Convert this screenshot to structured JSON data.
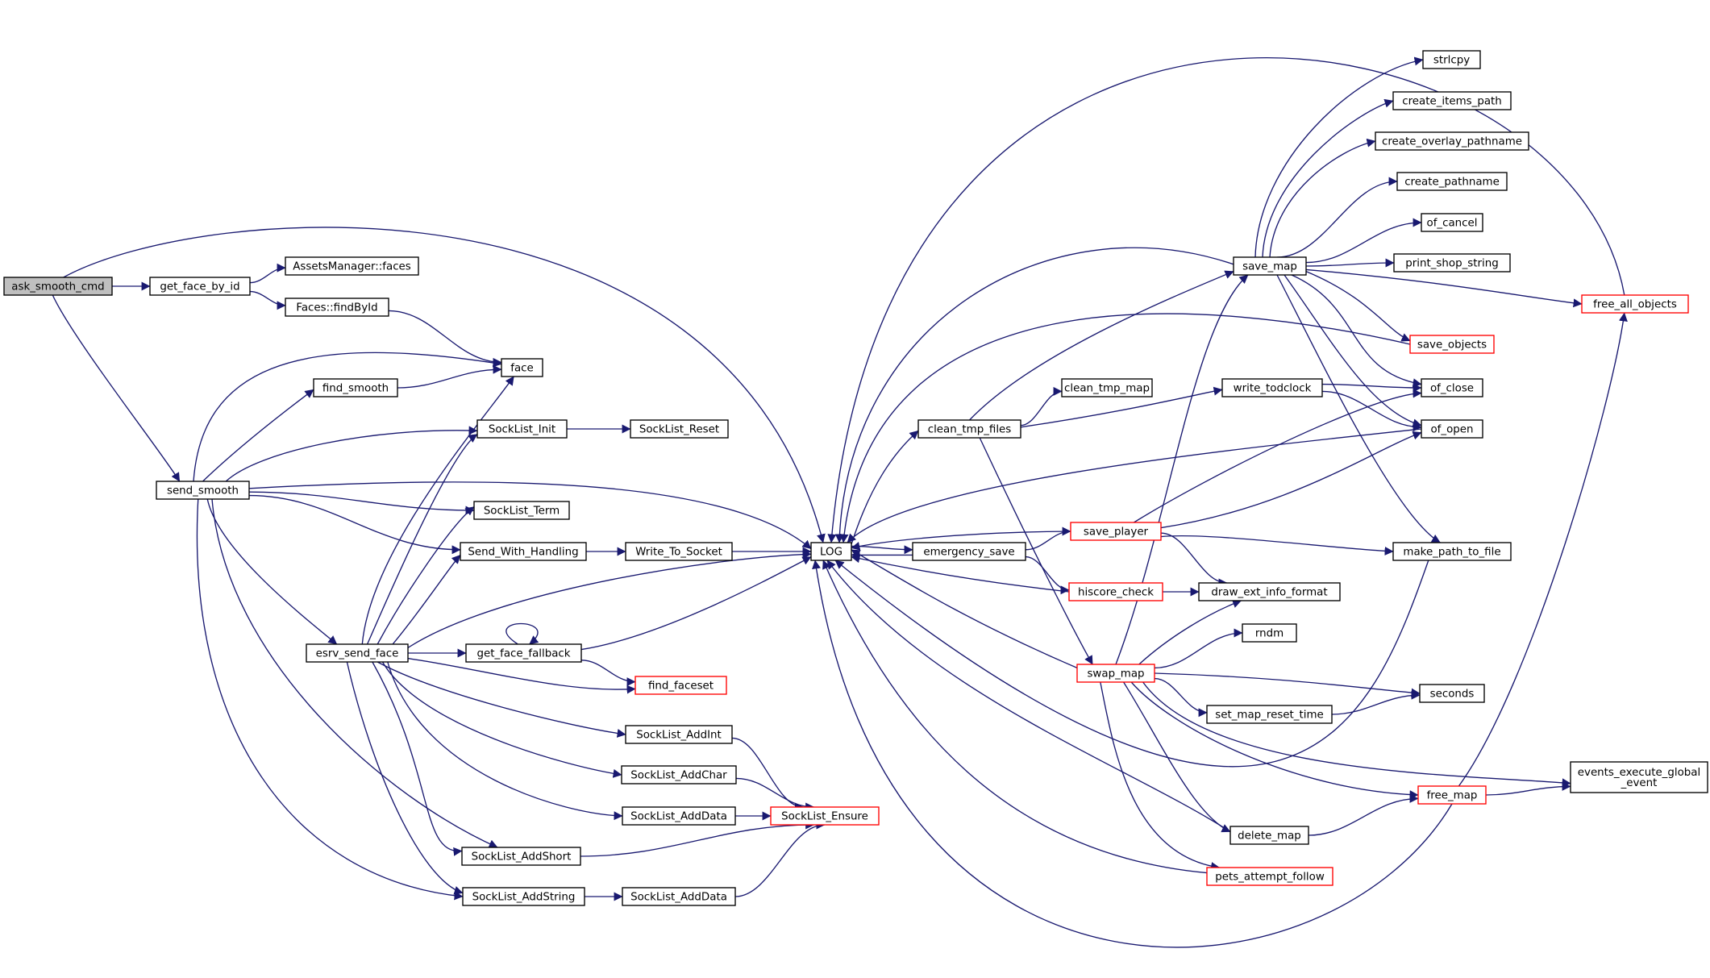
{
  "nodes": [
    {
      "id": "ask_smooth_cmd",
      "lines": [
        "ask_smooth_cmd"
      ],
      "root": true
    },
    {
      "id": "get_face_by_id",
      "lines": [
        "get_face_by_id"
      ]
    },
    {
      "id": "assets_faces",
      "lines": [
        "AssetsManager::faces"
      ]
    },
    {
      "id": "faces_findbyid",
      "lines": [
        "Faces::findById"
      ]
    },
    {
      "id": "face",
      "lines": [
        "face"
      ]
    },
    {
      "id": "find_smooth",
      "lines": [
        "find_smooth"
      ]
    },
    {
      "id": "socklist_init",
      "lines": [
        "SockList_Init"
      ]
    },
    {
      "id": "socklist_reset",
      "lines": [
        "SockList_Reset"
      ]
    },
    {
      "id": "send_smooth",
      "lines": [
        "send_smooth"
      ]
    },
    {
      "id": "socklist_term",
      "lines": [
        "SockList_Term"
      ]
    },
    {
      "id": "send_with_handling",
      "lines": [
        "Send_With_Handling"
      ]
    },
    {
      "id": "write_to_socket",
      "lines": [
        "Write_To_Socket"
      ]
    },
    {
      "id": "log",
      "lines": [
        "LOG"
      ]
    },
    {
      "id": "esrv_send_face",
      "lines": [
        "esrv_send_face"
      ]
    },
    {
      "id": "get_face_fallback",
      "lines": [
        "get_face_fallback"
      ]
    },
    {
      "id": "find_faceset",
      "lines": [
        "find_faceset"
      ],
      "red": true
    },
    {
      "id": "socklist_addint",
      "lines": [
        "SockList_AddInt"
      ]
    },
    {
      "id": "socklist_addchar",
      "lines": [
        "SockList_AddChar"
      ]
    },
    {
      "id": "socklist_adddata_1",
      "lines": [
        "SockList_AddData"
      ]
    },
    {
      "id": "socklist_ensure",
      "lines": [
        "SockList_Ensure"
      ],
      "red": true
    },
    {
      "id": "socklist_addshort",
      "lines": [
        "SockList_AddShort"
      ]
    },
    {
      "id": "socklist_addstring",
      "lines": [
        "SockList_AddString"
      ]
    },
    {
      "id": "socklist_adddata_2",
      "lines": [
        "SockList_AddData"
      ]
    },
    {
      "id": "clean_tmp_files",
      "lines": [
        "clean_tmp_files"
      ]
    },
    {
      "id": "clean_tmp_map",
      "lines": [
        "clean_tmp_map"
      ]
    },
    {
      "id": "write_todclock",
      "lines": [
        "write_todclock"
      ]
    },
    {
      "id": "emergency_save",
      "lines": [
        "emergency_save"
      ]
    },
    {
      "id": "save_player",
      "lines": [
        "save_player"
      ],
      "red": true
    },
    {
      "id": "hiscore_check",
      "lines": [
        "hiscore_check"
      ],
      "red": true
    },
    {
      "id": "swap_map",
      "lines": [
        "swap_map"
      ],
      "red": true
    },
    {
      "id": "save_map",
      "lines": [
        "save_map"
      ]
    },
    {
      "id": "strlcpy",
      "lines": [
        "strlcpy"
      ]
    },
    {
      "id": "create_items_path",
      "lines": [
        "create_items_path"
      ]
    },
    {
      "id": "create_overlay_pathname",
      "lines": [
        "create_overlay_pathname"
      ]
    },
    {
      "id": "create_pathname",
      "lines": [
        "create_pathname"
      ]
    },
    {
      "id": "of_cancel",
      "lines": [
        "of_cancel"
      ]
    },
    {
      "id": "print_shop_string",
      "lines": [
        "print_shop_string"
      ]
    },
    {
      "id": "save_objects",
      "lines": [
        "save_objects"
      ],
      "red": true
    },
    {
      "id": "of_close",
      "lines": [
        "of_close"
      ]
    },
    {
      "id": "of_open",
      "lines": [
        "of_open"
      ]
    },
    {
      "id": "make_path_to_file",
      "lines": [
        "make_path_to_file"
      ]
    },
    {
      "id": "draw_ext_info_format",
      "lines": [
        "draw_ext_info_format"
      ]
    },
    {
      "id": "rndm",
      "lines": [
        "rndm"
      ]
    },
    {
      "id": "seconds",
      "lines": [
        "seconds"
      ]
    },
    {
      "id": "set_map_reset_time",
      "lines": [
        "set_map_reset_time"
      ]
    },
    {
      "id": "delete_map",
      "lines": [
        "delete_map"
      ]
    },
    {
      "id": "pets_attempt_follow",
      "lines": [
        "pets_attempt_follow"
      ],
      "red": true
    },
    {
      "id": "free_map",
      "lines": [
        "free_map"
      ],
      "red": true
    },
    {
      "id": "free_all_objects",
      "lines": [
        "free_all_objects"
      ],
      "red": true
    },
    {
      "id": "events_execute_global_event",
      "lines": [
        "events_execute_global",
        "_event"
      ]
    }
  ]
}
